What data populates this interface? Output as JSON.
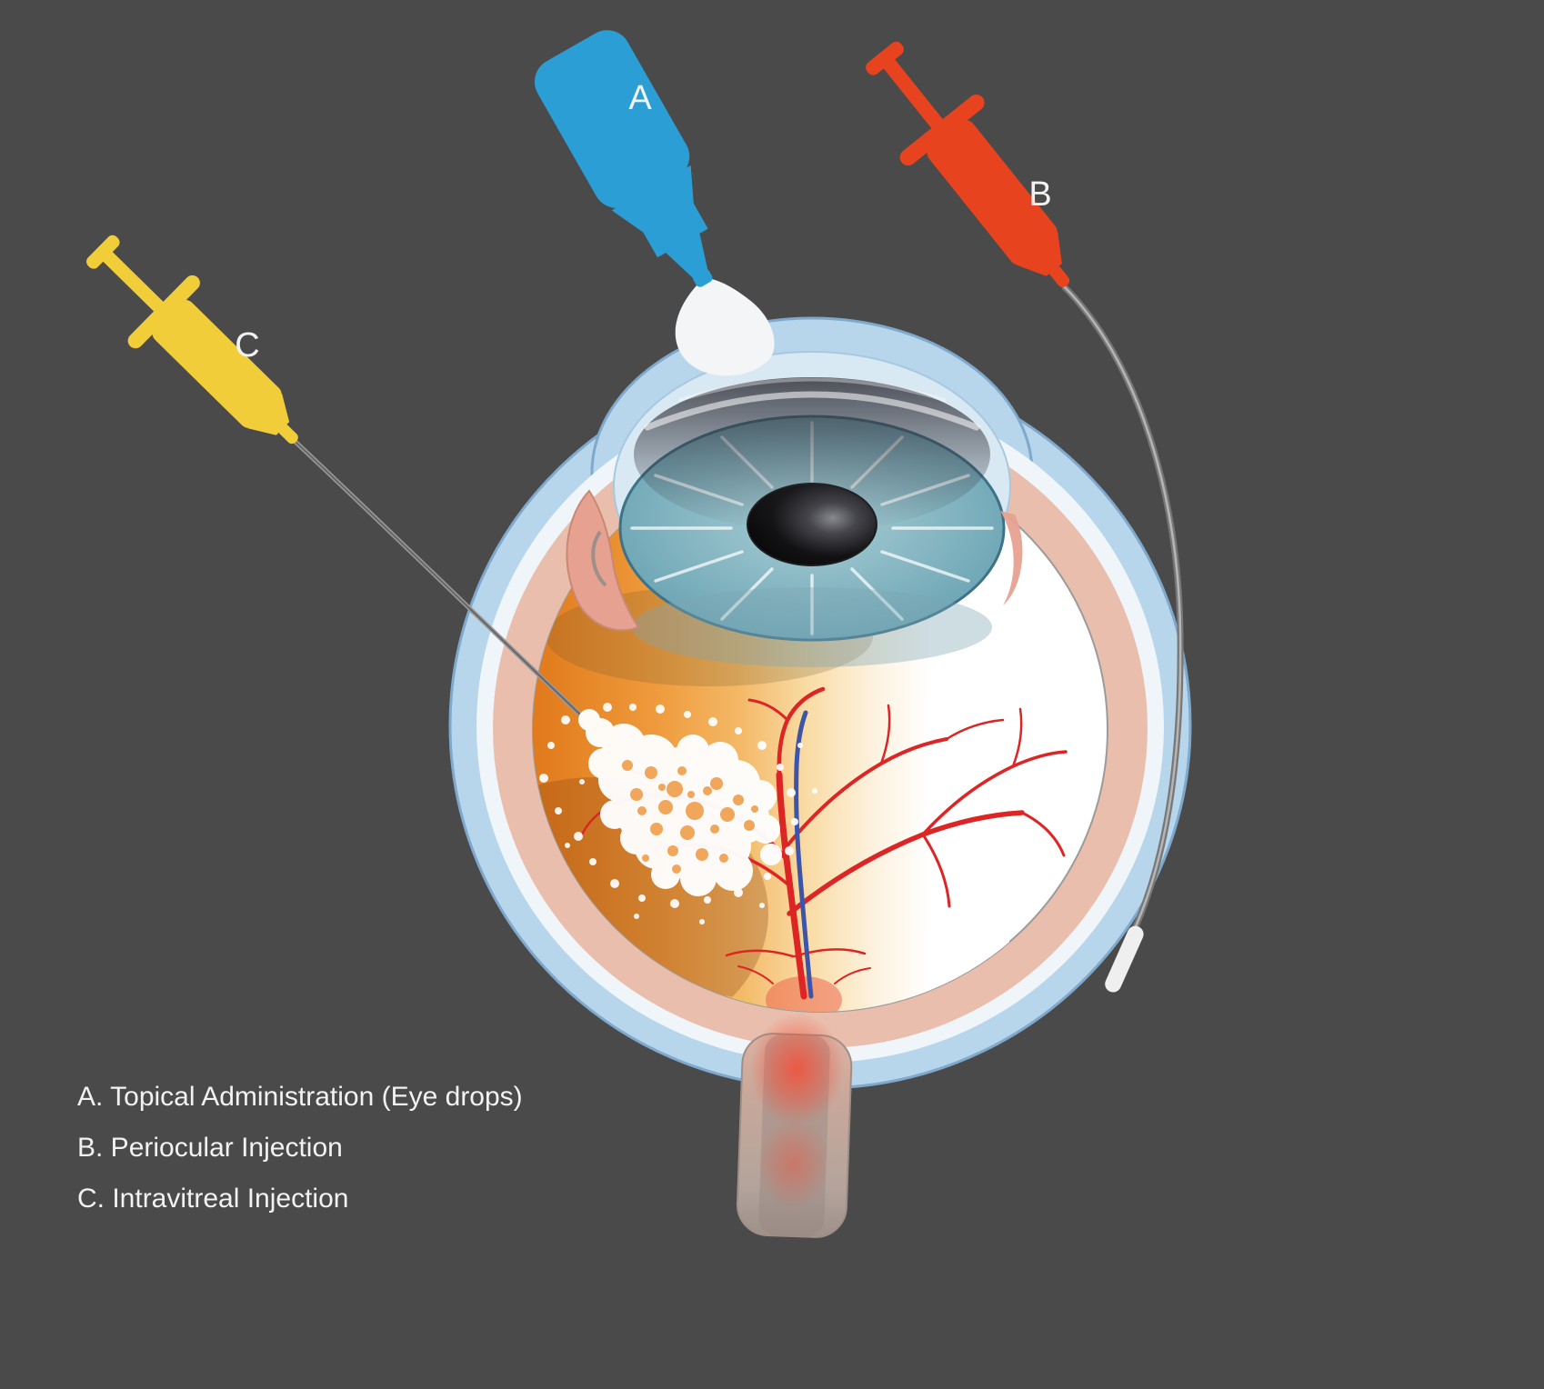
{
  "colors": {
    "background": "#4a4a4a",
    "text": "#f2f2f2",
    "dropper_blue": "#2b9ed6",
    "syringe_red": "#e8431f",
    "syringe_yellow": "#f2cd3a",
    "drop_white": "#f3f5f7",
    "sclera_blue": "#b7d6ec",
    "sclera_outline": "#7fa9cc",
    "choroid_pink": "#eabead",
    "iris_outline": "#3e7286",
    "vessel_red": "#dc2626",
    "vein_blue": "#3d55a8",
    "needle_gray": "#8a8a8a"
  },
  "labels": {
    "a": "A",
    "b": "B",
    "c": "C"
  },
  "legend": {
    "items": [
      {
        "label": "A. Topical Administration (Eye drops)"
      },
      {
        "label": "B. Periocular Injection"
      },
      {
        "label": "C. Intravitreal Injection"
      }
    ]
  }
}
